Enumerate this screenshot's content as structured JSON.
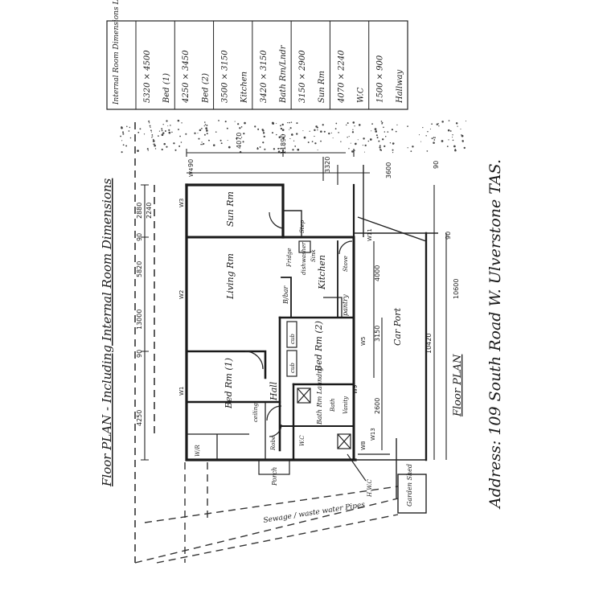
{
  "dimensions_table": {
    "header": "Internal Room Dimensions Living Rm",
    "rows": [
      {
        "label": "5320 × 4500"
      },
      {
        "label": "Bed (1)"
      },
      {
        "label": "4250 × 3450"
      },
      {
        "label": "Bed (2)"
      },
      {
        "label": "3500 × 3150"
      },
      {
        "label": "Kitchen"
      },
      {
        "label": "3420 × 3150"
      },
      {
        "label": "Bath Rm/Lndr"
      },
      {
        "label": "3150 × 2900"
      },
      {
        "label": "Sun Rm"
      },
      {
        "label": "4070 × 2240"
      },
      {
        "label": "W.C"
      },
      {
        "label": "1500 × 900"
      },
      {
        "label": "Hallway"
      }
    ]
  },
  "title": "Floor PLAN - Including Internal Room Dimensions",
  "address": "Address: 109 South Road W. Ulverstone TAS.",
  "floor_plan_label": "Floor PLAN",
  "rooms": {
    "sun_rm": "Sun Rm",
    "living_rm": "Living Rm",
    "bed1": "Bed Rm (1)",
    "bed2": "Bed Rm (2)",
    "kitchen": "Kitchen",
    "hall": "Hall",
    "bath": "Bath Rm Laundry",
    "car_port": "Car Port",
    "pantry": "pantry",
    "porch": "Porch",
    "garden_shed": "Garden Shed",
    "robe": "Robe",
    "wir": "W/R",
    "fridge": "Fridge",
    "dishwasher": "dishwasher",
    "sink": "Sink",
    "stove": "Stove",
    "bar": "B/bar",
    "cub": "cub",
    "bath_tub": "Bath",
    "vanity": "Vanity",
    "step": "Step",
    "wc": "W.C",
    "ceiling": "ceiling",
    "hwc": "H.W.C"
  },
  "pipes_label": "Sewage / waste water Pipes",
  "dimension_labels": {
    "total_length": "13000",
    "d5820": "5820",
    "d4250": "4250",
    "d2880": "2880",
    "d2240": "2240",
    "d4070": "4070",
    "d11890": "11890",
    "d3600": "3600",
    "d10420": "10420",
    "d10600": "10600",
    "d4000": "4000",
    "d3150": "3150",
    "d90": "90",
    "d2600": "2600",
    "d3320": "3320"
  },
  "window_labels": [
    "W1",
    "W2",
    "W3",
    "W4",
    "W5",
    "W8",
    "W9",
    "W11",
    "W13"
  ]
}
